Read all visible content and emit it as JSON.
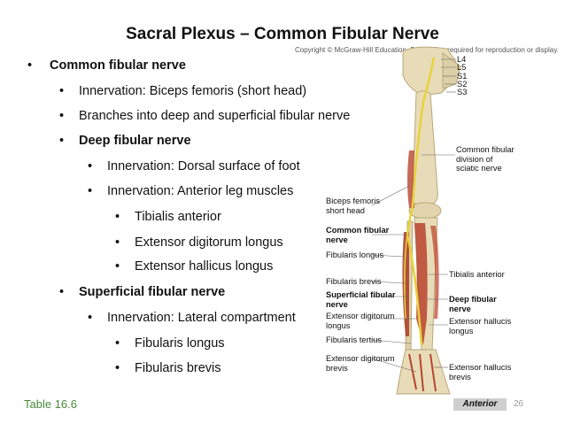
{
  "title": "Sacral Plexus – Common Fibular Nerve",
  "copyright": "Copyright © McGraw-Hill Education. Permission required for reproduction or display.",
  "bullets": [
    {
      "text": "Common fibular nerve",
      "bold": true
    },
    {
      "text": "Innervation: Biceps femoris (short head)",
      "bold": false
    },
    {
      "text": "Branches into deep and superficial fibular nerve",
      "bold": false
    },
    {
      "text": "Deep fibular nerve",
      "bold": true
    },
    {
      "text": "Innervation: Dorsal surface of foot",
      "bold": false
    },
    {
      "text": "Innervation: Anterior leg muscles",
      "bold": false
    },
    {
      "text": "Tibialis anterior",
      "bold": false
    },
    {
      "text": "Extensor digitorum longus",
      "bold": false
    },
    {
      "text": "Extensor hallicus longus",
      "bold": false
    },
    {
      "text": "Superficial fibular nerve",
      "bold": true
    },
    {
      "text": "Innervation: Lateral compartment",
      "bold": false
    },
    {
      "text": "Fibularis longus",
      "bold": false
    },
    {
      "text": "Fibularis brevis",
      "bold": false
    }
  ],
  "figure": {
    "right_labels": {
      "l4": "L4",
      "l5": "L5",
      "s1": "S1",
      "s2": "S2",
      "s3": "S3",
      "common_division_1": "Common fibular",
      "common_division_2": "division of",
      "common_division_3": "sciatic nerve",
      "tibialis_anterior": "Tibialis anterior",
      "deep_fibular_1": "Deep fibular",
      "deep_fibular_2": "nerve",
      "ext_hall_1": "Extensor hallucis",
      "ext_hall_2": "longus",
      "ext_hall_brevis_1": "Extensor hallucis",
      "ext_hall_brevis_2": "brevis"
    },
    "left_labels": {
      "biceps_1": "Biceps femoris",
      "biceps_2": "short head",
      "common_fibular_1": "Common fibular",
      "common_fibular_2": "nerve",
      "fibularis_longus": "Fibularis longus",
      "fibularis_brevis": "Fibularis brevis",
      "superficial_1": "Superficial fibular",
      "superficial_2": "nerve",
      "ext_dig_longus_1": "Extensor digitorum",
      "ext_dig_longus_2": "longus",
      "fibularis_tertius": "Fibularis tertius",
      "ext_dig_brevis_1": "Extensor digitorum",
      "ext_dig_brevis_2": "brevis"
    },
    "view": "Anterior"
  },
  "footer": {
    "table_ref": "Table 16.6",
    "page": "26"
  },
  "colors": {
    "footer_text": "#4a8a3a",
    "bone": "#e8dcb8",
    "muscle": "#b8432e",
    "nerve": "#e8d23a"
  }
}
